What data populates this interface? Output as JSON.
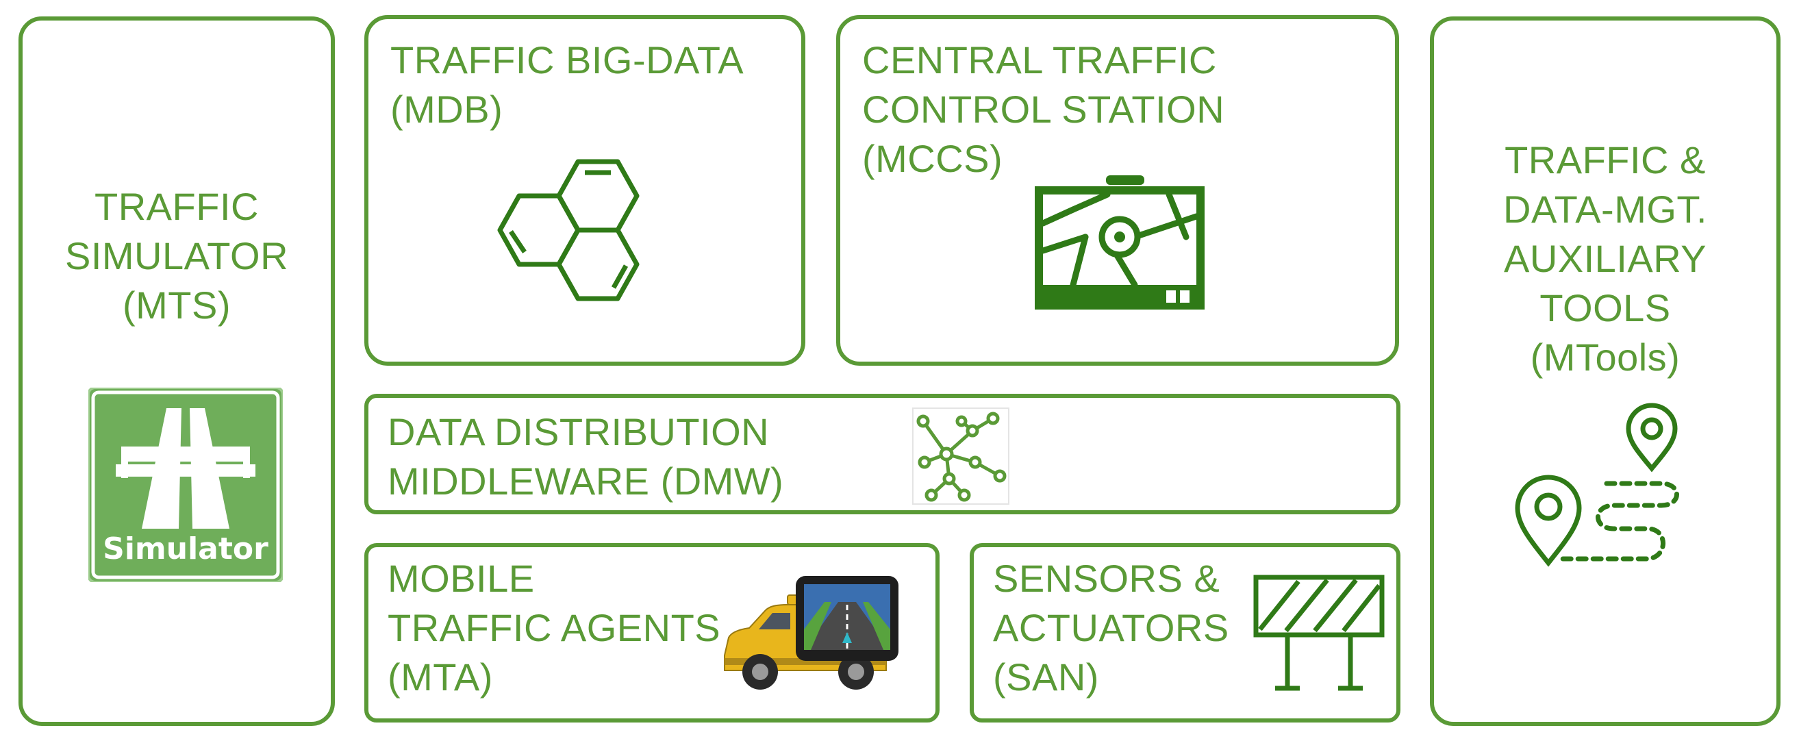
{
  "accent_color": "#5a9a36",
  "dark_green": "#2f7a17",
  "blocks": {
    "simulator": {
      "lines": [
        "TRAFFIC",
        "SIMULATOR",
        "(MTS)"
      ],
      "badge_text": "Simulator",
      "icon": "highway-simulator-icon"
    },
    "bigdata": {
      "lines": [
        "TRAFFIC BIG-DATA",
        "(MDB)"
      ],
      "icon": "hexagon-cluster-icon"
    },
    "central": {
      "lines": [
        "CENTRAL TRAFFIC",
        "CONTROL STATION",
        "(MCCS)"
      ],
      "icon": "control-monitor-icon"
    },
    "dmw": {
      "lines": [
        "DATA DISTRIBUTION",
        "MIDDLEWARE (DMW)"
      ],
      "icon": "network-graph-icon"
    },
    "mta": {
      "lines": [
        "MOBILE",
        "TRAFFIC AGENTS",
        "(MTA)"
      ],
      "icon": "taxi-gps-icon"
    },
    "san": {
      "lines": [
        "SENSORS &",
        "ACTUATORS",
        "(SAN)"
      ],
      "icon": "road-barrier-icon"
    },
    "tools": {
      "lines": [
        "TRAFFIC &",
        "DATA-MGT.",
        "AUXILIARY",
        "TOOLS",
        "(MTools)"
      ],
      "icon": "route-pins-icon"
    }
  }
}
